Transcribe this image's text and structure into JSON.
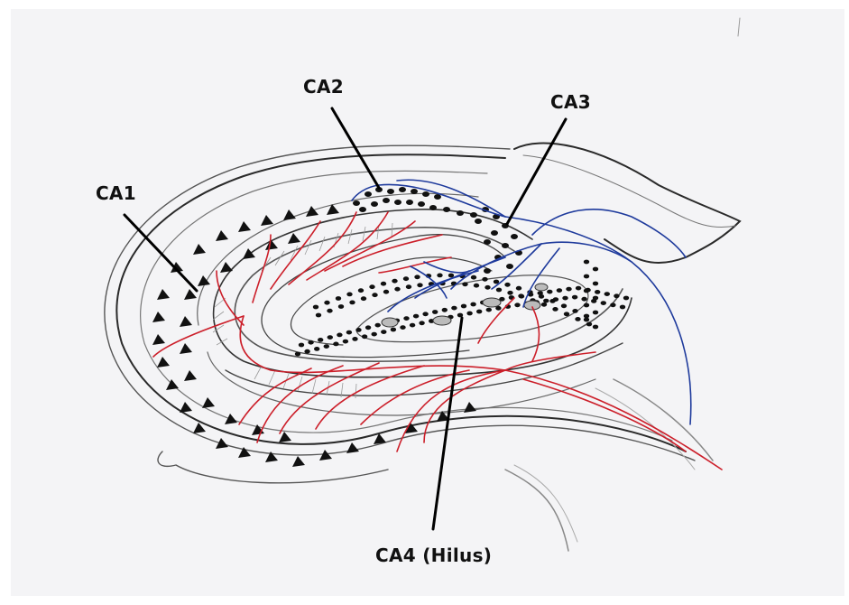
{
  "labels": {
    "ca1": "CA1",
    "ca2": "CA2",
    "ca3": "CA3",
    "ca4": "CA4 (Hilus)"
  },
  "colors": {
    "paper": "#f4f4f6",
    "outline": "#1a1a1a",
    "red_fibers": "#cc1f2a",
    "blue_fibers": "#1e3a9c",
    "leader_lines": "#000000"
  }
}
